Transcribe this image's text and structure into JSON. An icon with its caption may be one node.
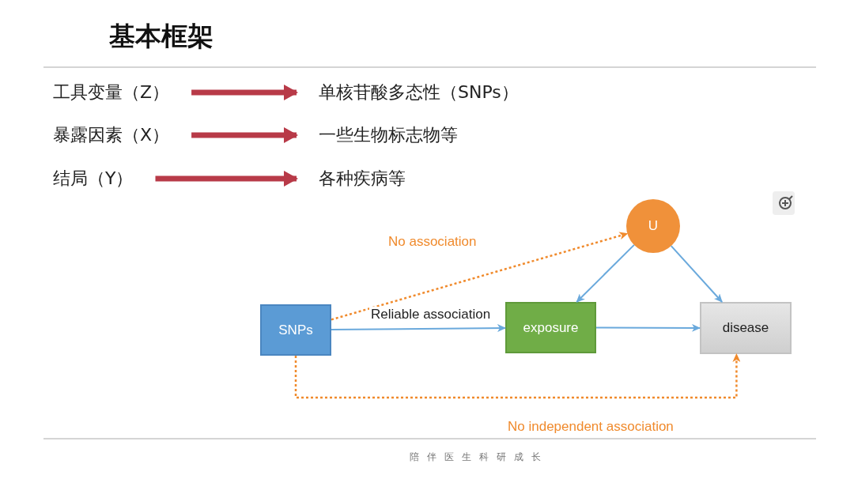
{
  "diagram": {
    "title": "基本框架",
    "nodes": [
      {
        "text": [
          "工具变量（Z）"
        ]
      },
      {
        "text": [
          "单核苷酸多态性（SNPs）"
        ]
      },
      {
        "text": [
          "暴露因素（X）"
        ]
      },
      {
        "text": [
          "一些生物标志物等"
        ]
      },
      {
        "text": [
          "结局（Y）"
        ]
      },
      {
        "text": [
          "各种疾病等"
        ]
      },
      {
        "text": [
          "U"
        ]
      },
      {
        "text": [
          "SNPs"
        ]
      },
      {
        "text": [
          "exposure"
        ]
      },
      {
        "text": [
          "disease"
        ]
      }
    ],
    "edges": [
      {
        "from": 0,
        "to": 1,
        "arrow": "to",
        "style": "thick",
        "color": "#b83a48"
      },
      {
        "from": 2,
        "to": 3,
        "arrow": "to",
        "style": "thick",
        "color": "#b83a48"
      },
      {
        "from": 4,
        "to": 5,
        "arrow": "to",
        "style": "thick",
        "color": "#b83a48"
      },
      {
        "from": 7,
        "to": 8,
        "arrow": "to",
        "label": "Reliable association"
      },
      {
        "from": 8,
        "to": 9,
        "arrow": "to"
      },
      {
        "from": 6,
        "to": 8,
        "arrow": "to"
      },
      {
        "from": 6,
        "to": 9,
        "arrow": "to"
      },
      {
        "from": 7,
        "to": 6,
        "arrow": "to",
        "label": "No association",
        "style": "dashed",
        "color": "#f08a2c"
      },
      {
        "from": 7,
        "to": 9,
        "arrow": "to",
        "label": "No independent association",
        "style": "dashed",
        "color": "#f08a2c"
      }
    ],
    "labels": [
      "陪伴医生科研成长"
    ]
  }
}
